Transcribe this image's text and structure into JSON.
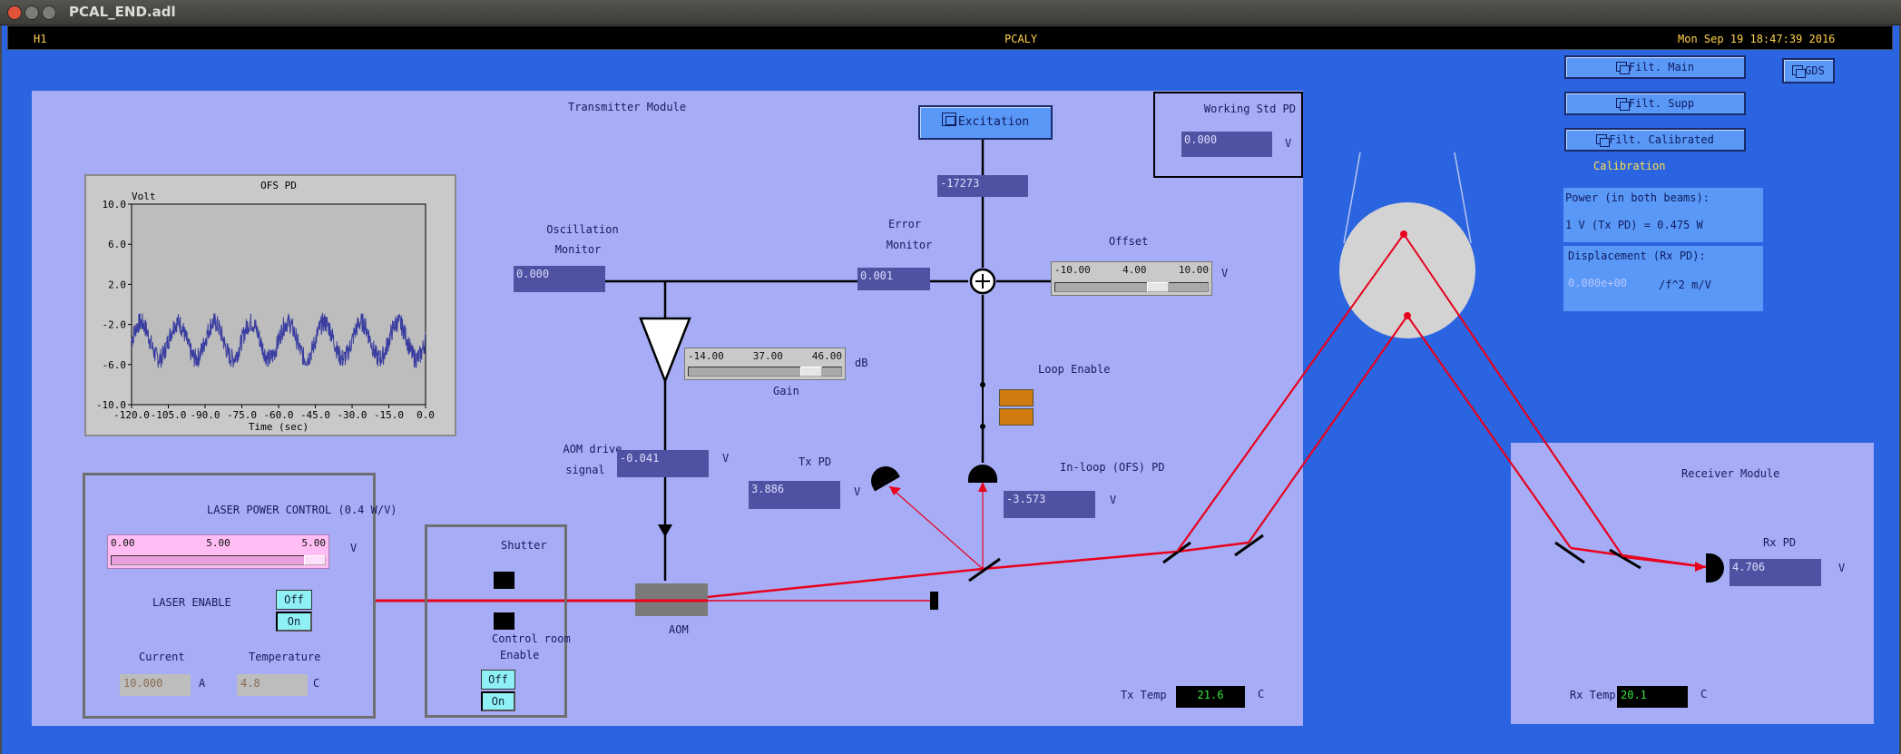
{
  "window": {
    "title": "PCAL_END.adl"
  },
  "status": {
    "left": "H1",
    "center": "PCALY",
    "right": "Mon Sep 19 18:47:39 2016"
  },
  "top_buttons": {
    "filt_main": "Filt. Main",
    "filt_supp": "Filt. Supp",
    "filt_calibrated": "Filt. Calibrated",
    "gds": "GDS",
    "calibration": "Calibration"
  },
  "info": {
    "power_title": "Power (in both beams):",
    "power_value": "1 V (Tx PD) = 0.475 W",
    "disp_title": "Displacement (Rx PD):",
    "disp_value": "0.000e+00",
    "disp_unit": "/f^2 m/V"
  },
  "transmitter": {
    "title": "Transmitter Module",
    "excitation": "Excitation",
    "excitation_value": "-17273",
    "working_std_title": "Working Std PD",
    "working_std_value": "0.000",
    "working_std_unit": "V",
    "osc_label1": "Oscillation",
    "osc_label2": "Monitor",
    "osc_value": "0.000",
    "err_label1": "Error",
    "err_label2": "Monitor",
    "err_value": "0.001",
    "offset_label": "Offset",
    "offset_scale": [
      "-10.00",
      "4.00",
      "10.00"
    ],
    "offset_unit": "V",
    "offset_level": 0.7,
    "gain_scale": [
      "-14.00",
      "37.00",
      "46.00"
    ],
    "gain_unit": "dB",
    "gain_label": "Gain",
    "gain_level": 0.85,
    "loop_enable": "Loop Enable",
    "aom_drive1": "AOM drive",
    "aom_drive2": "signal",
    "aom_value": "-0.041",
    "aom_unit": "V",
    "txpd_label": "Tx PD",
    "txpd_value": "3.886",
    "txpd_unit": "V",
    "inloop_label": "In-loop (OFS) PD",
    "inloop_value": "-3.573",
    "inloop_unit": "V",
    "aom_label": "AOM",
    "shutter_label": "Shutter",
    "control_room": "Control room",
    "enable": "Enable",
    "off": "Off",
    "on": "On",
    "tx_temp_label": "Tx Temp",
    "tx_temp_value": "21.6",
    "tx_temp_unit": "C"
  },
  "laser": {
    "title": "LASER POWER CONTROL (0.4 W/V)",
    "scale": [
      "0.00",
      "5.00",
      "5.00"
    ],
    "unit": "V",
    "level": 1.0,
    "enable_label": "LASER ENABLE",
    "off": "Off",
    "on": "On",
    "current_label": "Current",
    "current_value": "10.000",
    "current_unit": "A",
    "temp_label": "Temperature",
    "temp_value": "4.8",
    "temp_unit": "C"
  },
  "receiver": {
    "title": "Receiver Module",
    "rxpd_label": "Rx PD",
    "rxpd_value": "4.706",
    "rxpd_unit": "V",
    "rx_temp_label": "Rx Temp",
    "rx_temp_value": "20.1",
    "rx_temp_unit": "C"
  },
  "colors": {
    "screen": "#2b64e0",
    "panel": "#a6adf6",
    "laser_beam": "#e8001c",
    "trace": "#3a3ea0"
  },
  "chart_data": {
    "type": "line",
    "title": "OFS PD",
    "xlabel": "Time (sec)",
    "ylabel": "Volt",
    "xlim": [
      -120,
      0
    ],
    "ylim": [
      -10,
      10
    ],
    "xticks": [
      "-120.0",
      "-105.0",
      "-90.0",
      "-75.0",
      "-60.0",
      "-45.0",
      "-30.0",
      "-15.0",
      "0.0"
    ],
    "yticks": [
      "10.0",
      "6.0",
      "2.0",
      "-2.0",
      "-6.0",
      "-10.0"
    ],
    "series": [
      {
        "center": -3.6,
        "amplitude": 1.8,
        "period": 15,
        "noise": 1.0
      }
    ],
    "grid": false
  }
}
